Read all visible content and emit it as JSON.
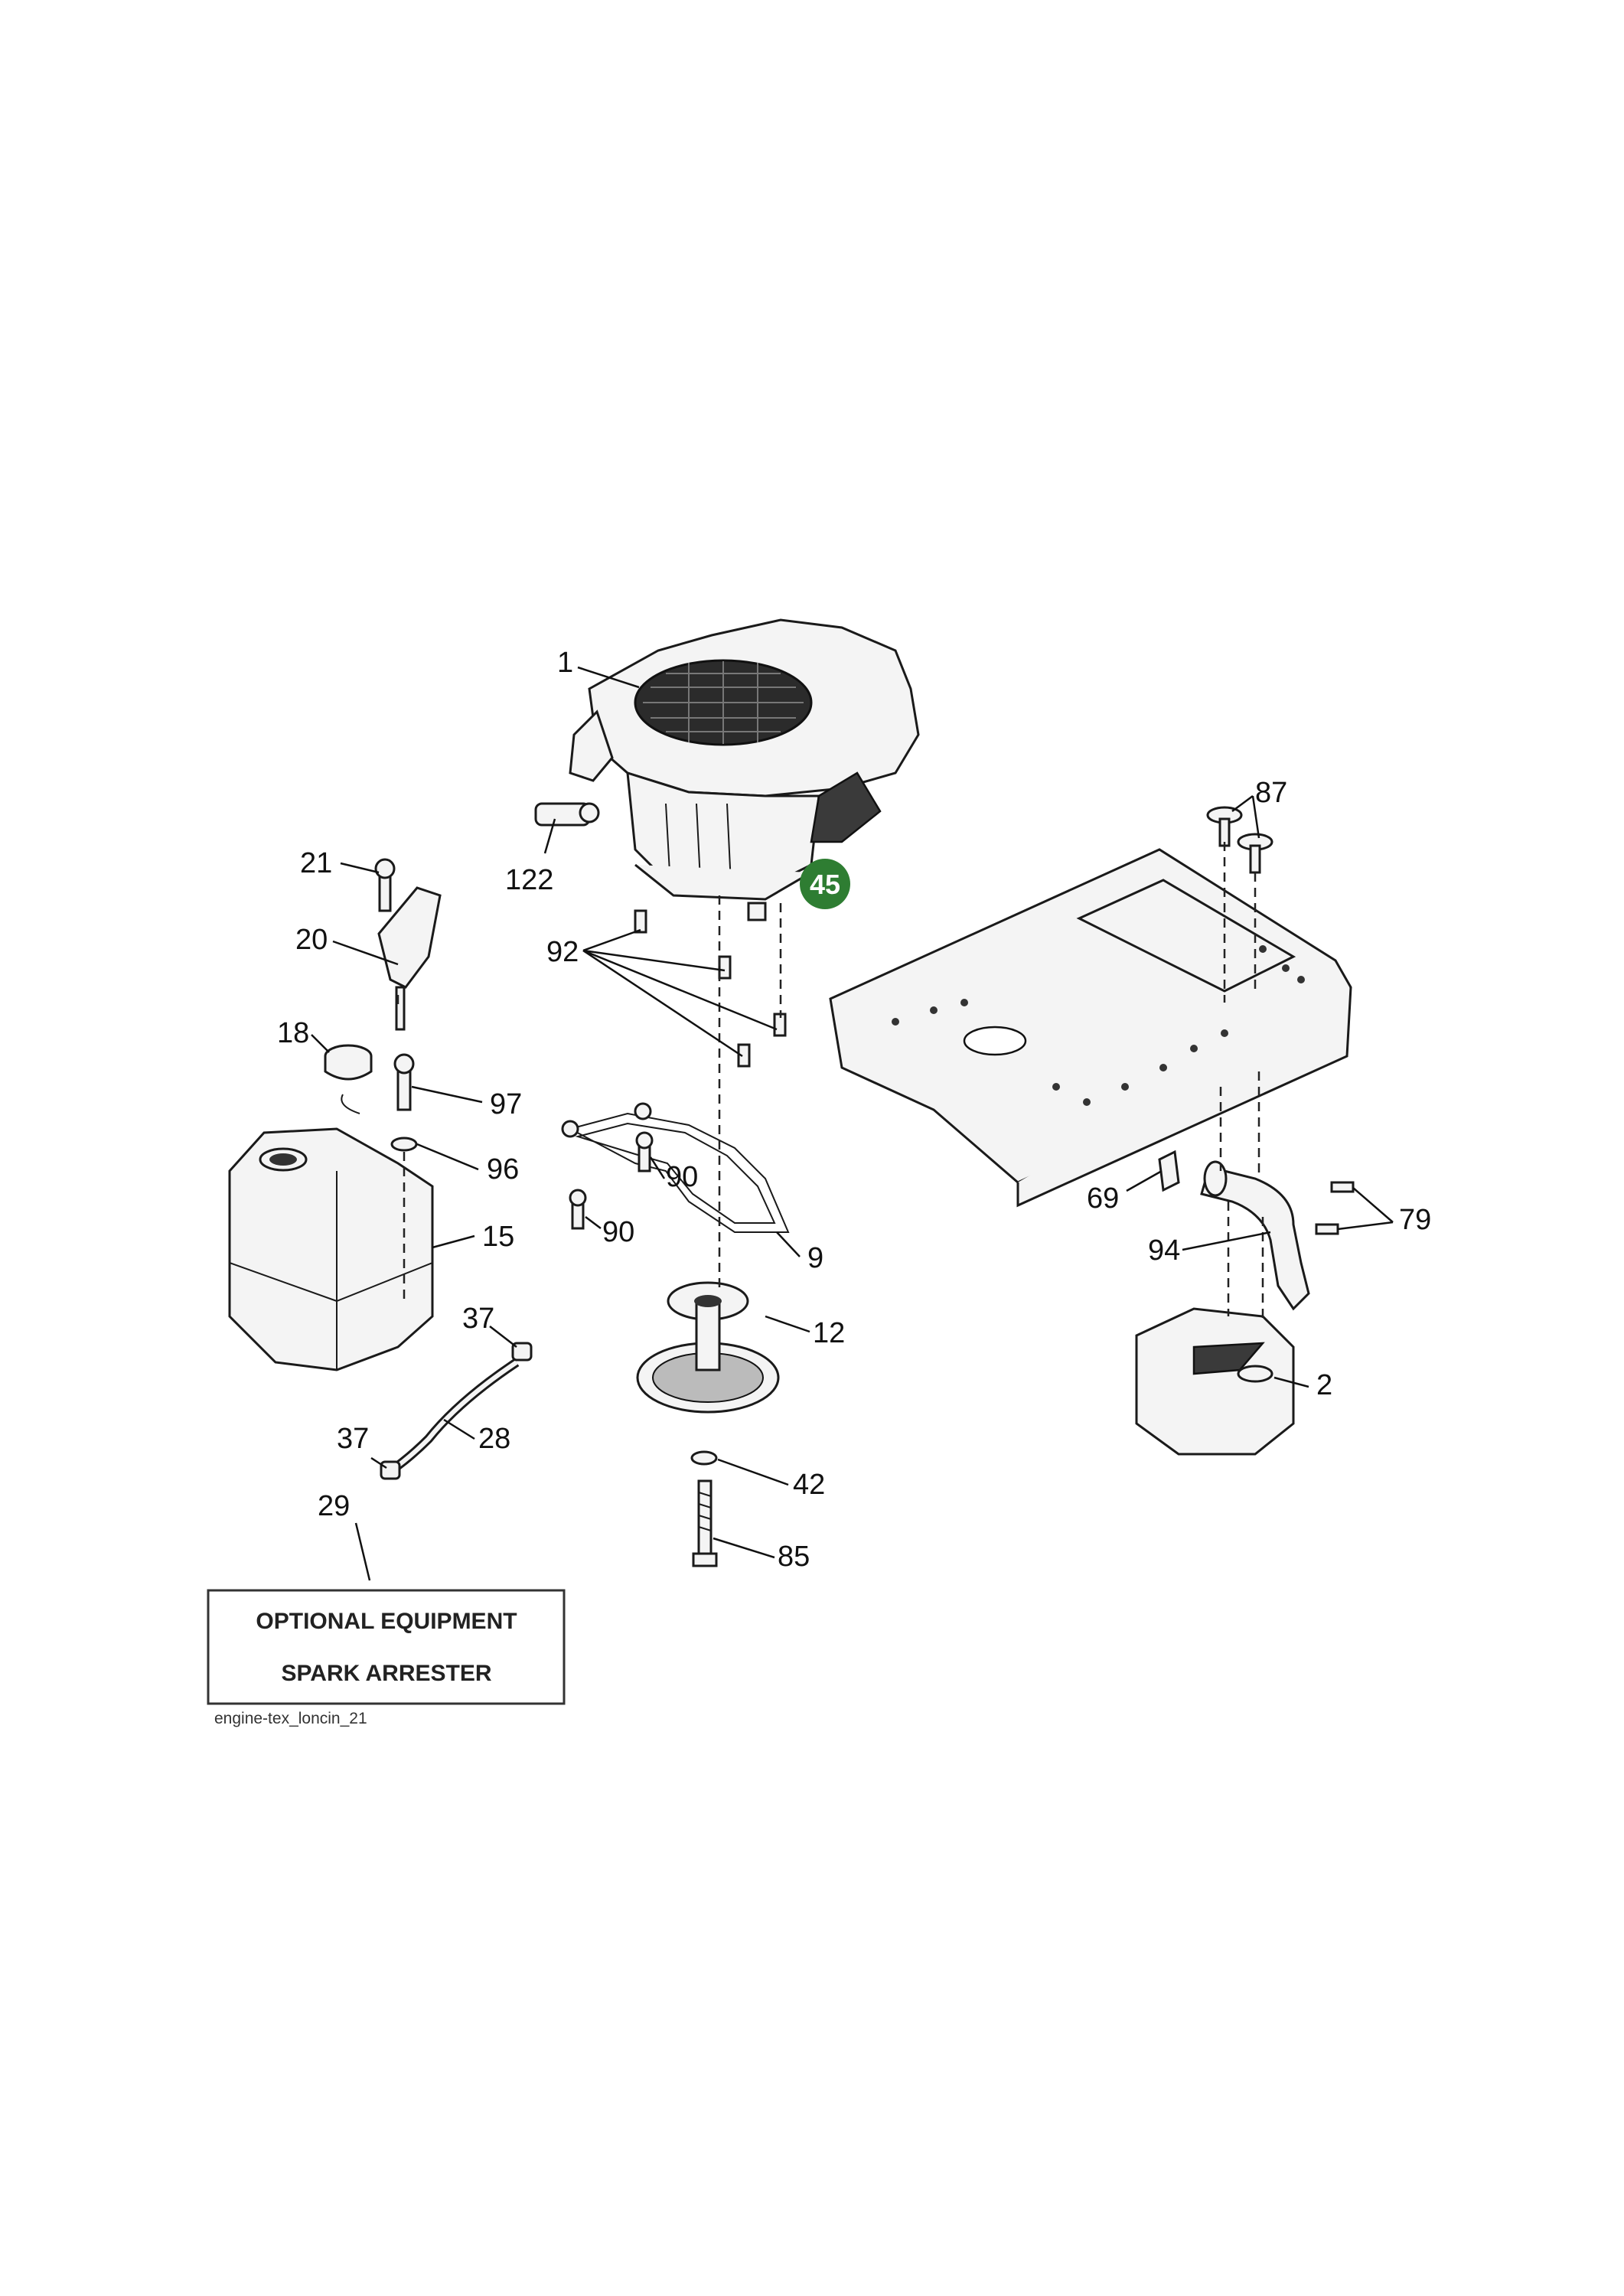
{
  "callouts": {
    "c1": "1",
    "c122": "122",
    "c21": "21",
    "c20": "20",
    "c92": "92",
    "c87": "87",
    "c18": "18",
    "c97": "97",
    "c96": "96",
    "c15": "15",
    "c90a": "90",
    "c90b": "90",
    "c9": "9",
    "c69": "69",
    "c79": "79",
    "c94": "94",
    "c37a": "37",
    "c12": "12",
    "c2": "2",
    "c28": "28",
    "c37b": "37",
    "c42": "42",
    "c29": "29",
    "c85": "85"
  },
  "highlight": {
    "label": "45",
    "color": "#2e7d32"
  },
  "note": {
    "line1": "OPTIONAL EQUIPMENT",
    "line2": "SPARK ARRESTER"
  },
  "caption": "engine-tex_loncin_21"
}
